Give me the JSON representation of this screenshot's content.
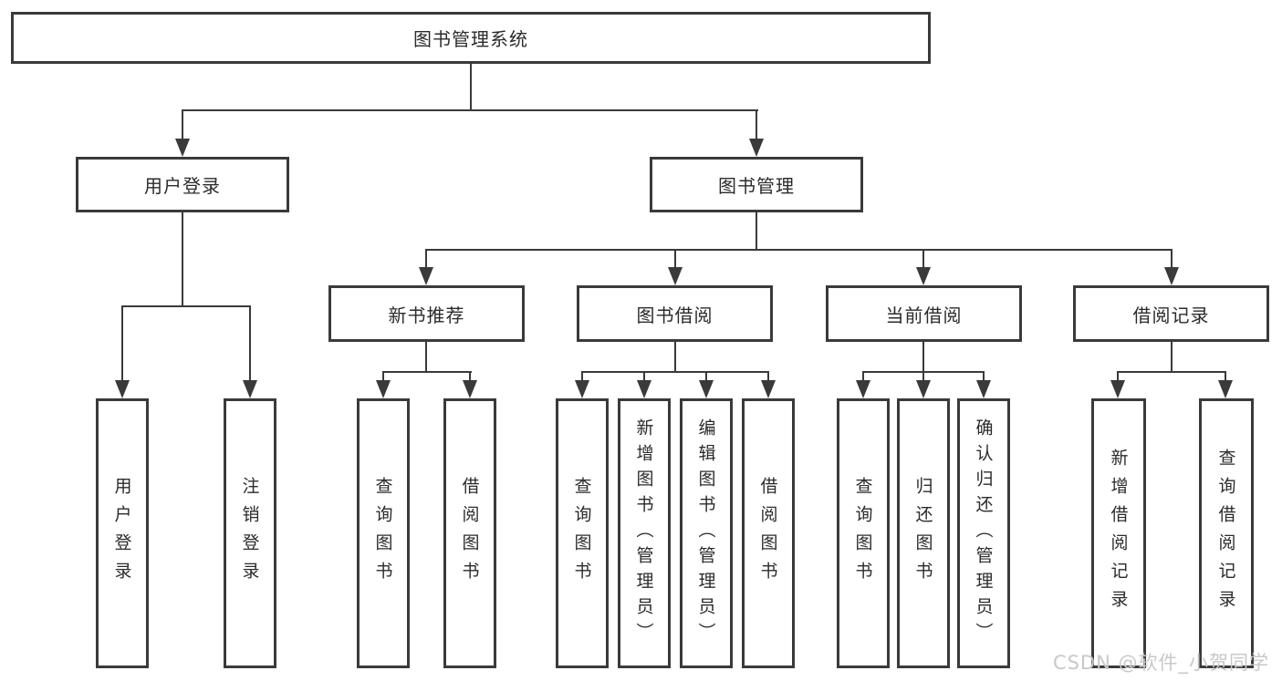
{
  "diagram": {
    "root": {
      "label": "图书管理系统"
    },
    "level2": [
      {
        "label": "用户登录"
      },
      {
        "label": "图书管理"
      }
    ],
    "level3": [
      {
        "label": "新书推荐"
      },
      {
        "label": "图书借阅"
      },
      {
        "label": "当前借阅"
      },
      {
        "label": "借阅记录"
      }
    ],
    "leaves": [
      {
        "label": "用户登录",
        "parent": "用户登录"
      },
      {
        "label": "注销登录",
        "parent": "用户登录"
      },
      {
        "label": "查询图书",
        "parent": "新书推荐"
      },
      {
        "label": "借阅图书",
        "parent": "新书推荐"
      },
      {
        "label": "查询图书",
        "parent": "图书借阅"
      },
      {
        "label": "新增图书（管理员）",
        "parent": "图书借阅"
      },
      {
        "label": "编辑图书（管理员）",
        "parent": "图书借阅"
      },
      {
        "label": "借阅图书",
        "parent": "图书借阅"
      },
      {
        "label": "查询图书",
        "parent": "当前借阅"
      },
      {
        "label": "归还图书",
        "parent": "当前借阅"
      },
      {
        "label": "确认归还（管理员）",
        "parent": "当前借阅"
      },
      {
        "label": "新增借阅记录",
        "parent": "借阅记录"
      },
      {
        "label": "查询借阅记录",
        "parent": "借阅记录"
      }
    ]
  },
  "watermark": {
    "text": "CSDN @软件_小贺同学",
    "color": "#c8c8c8"
  },
  "colors": {
    "line": "#3a3a3a",
    "text": "#2b2b2b",
    "background": "#ffffff"
  }
}
